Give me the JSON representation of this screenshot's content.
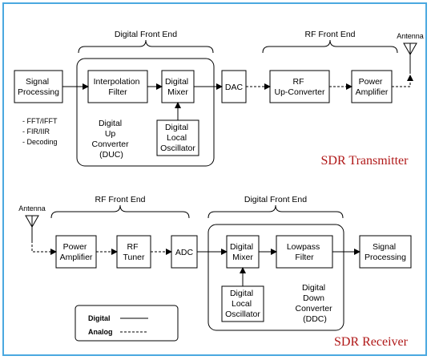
{
  "tx": {
    "title": "SDR Transmitter",
    "front_end_label": "Digital Front End",
    "rf_front_end_label": "RF Front End",
    "antenna_label": "Antenna",
    "signal_processing": [
      "Signal",
      "Processing"
    ],
    "sp_notes": [
      "- FFT/IFFT",
      "- FIR/IIR",
      "- Decoding"
    ],
    "interpolation_filter": [
      "Interpolation",
      "Filter"
    ],
    "digital_mixer": [
      "Digital",
      "Mixer"
    ],
    "local_oscillator": [
      "Digital",
      "Local",
      "Oscillator"
    ],
    "duc": [
      "Digital",
      "Up",
      "Converter",
      "(DUC)"
    ],
    "dac": "DAC",
    "rf_upconverter": [
      "RF",
      "Up-Converter"
    ],
    "power_amplifier": [
      "Power",
      "Amplifier"
    ]
  },
  "rx": {
    "title": "SDR Receiver",
    "front_end_label": "Digital Front End",
    "rf_front_end_label": "RF Front End",
    "antenna_label": "Antenna",
    "power_amplifier": [
      "Power",
      "Amplifier"
    ],
    "rf_tuner": [
      "RF",
      "Tuner"
    ],
    "adc": "ADC",
    "digital_mixer": [
      "Digital",
      "Mixer"
    ],
    "lowpass_filter": [
      "Lowpass",
      "Filter"
    ],
    "signal_processing": [
      "Signal",
      "Processing"
    ],
    "local_oscillator": [
      "Digital",
      "Local",
      "Oscillator"
    ],
    "ddc": [
      "Digital",
      "Down",
      "Converter",
      "(DDC)"
    ]
  },
  "legend": {
    "digital": "Digital",
    "analog": "Analog"
  },
  "colors": {
    "frame": "#4aa8e0",
    "title": "#b01818"
  }
}
